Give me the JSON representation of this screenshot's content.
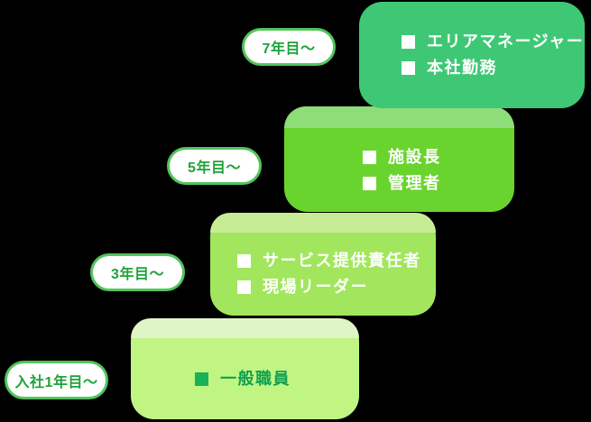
{
  "title": "career-step-ladder",
  "background": "#000000",
  "pill_style": {
    "bg": "#ffffff",
    "border": "#52c55c",
    "text_color": "#1ea33c"
  },
  "steps": [
    {
      "id": "step-1",
      "pill": "入社1年目〜",
      "items": [
        "一般職員"
      ],
      "colors": {
        "band": "#e0f5c6",
        "main": "#c0f584",
        "text": "#12a050",
        "bullet": "#17b257"
      }
    },
    {
      "id": "step-2",
      "pill": "3年目〜",
      "items": [
        "サービス提供責任者",
        "現場リーダー"
      ],
      "colors": {
        "band": "#c8ec96",
        "main": "#a2e65e",
        "text": "#ffffff",
        "bullet": "#ffffff"
      }
    },
    {
      "id": "step-3",
      "pill": "5年目〜",
      "items": [
        "施設長",
        "管理者"
      ],
      "colors": {
        "band": "#8edd78",
        "main": "#6ad42e",
        "text": "#ffffff",
        "bullet": "#ffffff"
      }
    },
    {
      "id": "step-4",
      "pill": "7年目〜",
      "items": [
        "エリアマネージャー",
        "本社勤務"
      ],
      "colors": {
        "main": "#3ec875",
        "text": "#ffffff",
        "bullet": "#ffffff"
      }
    }
  ]
}
